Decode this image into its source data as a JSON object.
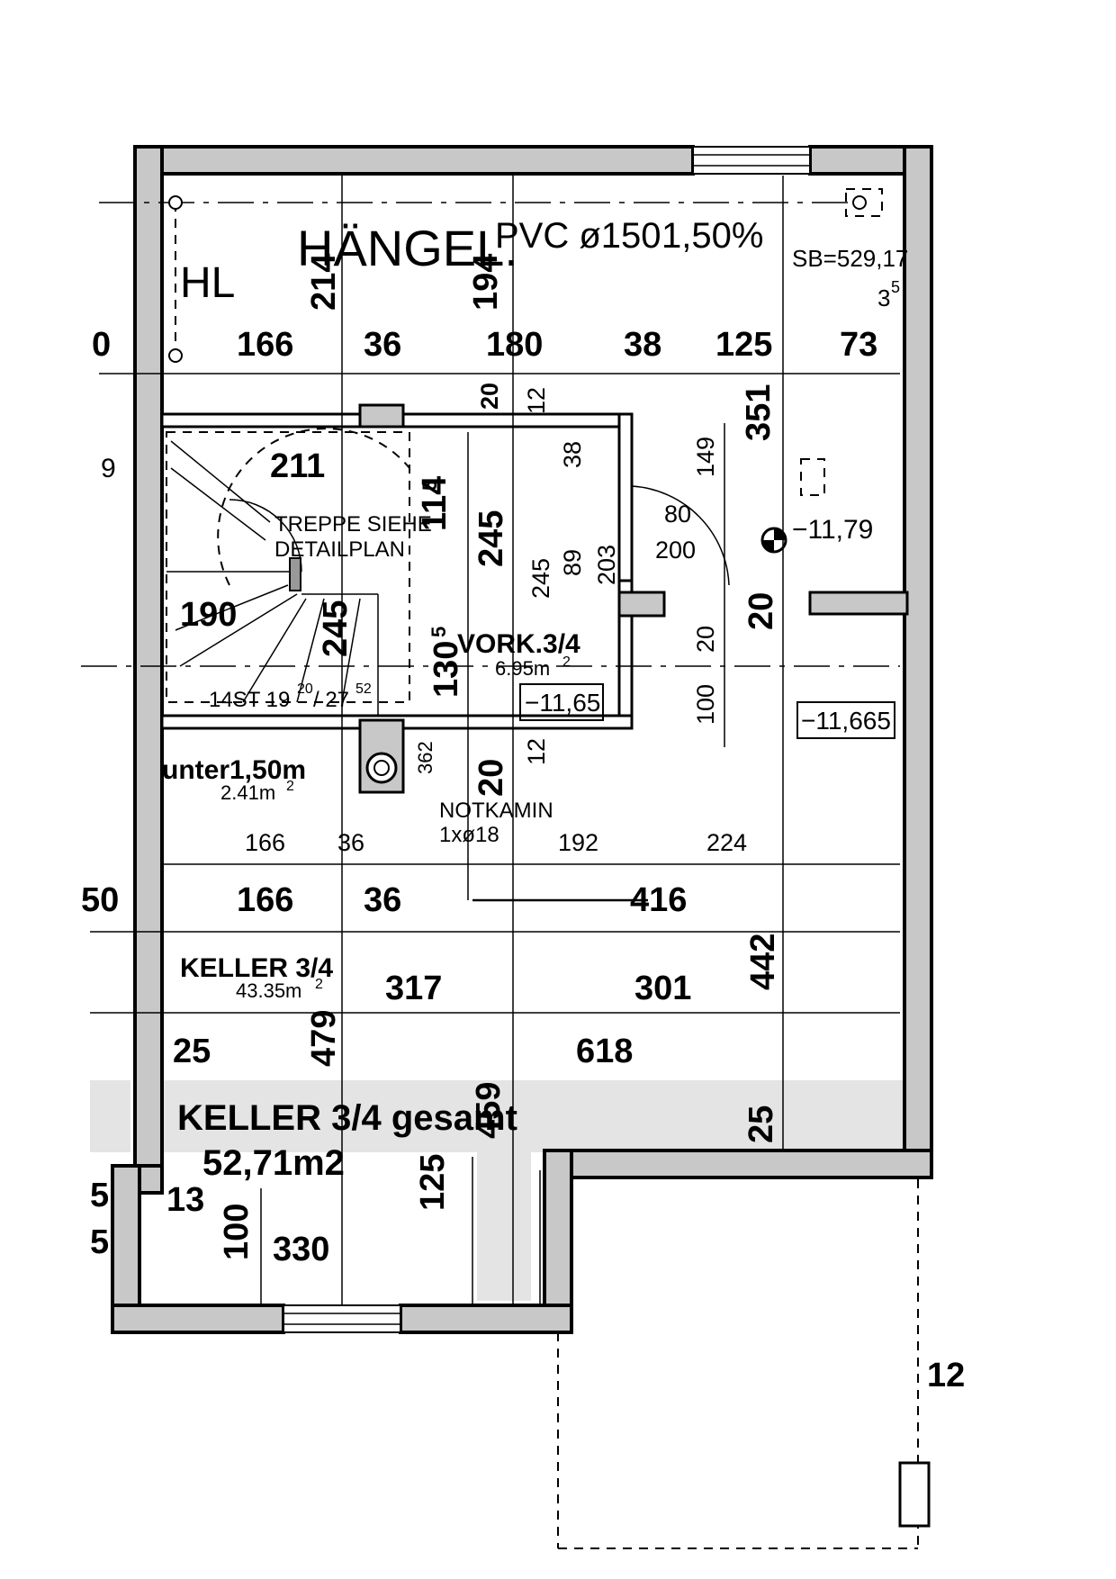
{
  "drainage": {
    "label": "HÄNGEL.",
    "pipe": "PVC ø150",
    "slope": "1,50%",
    "sb": "SB=529,17",
    "hl": "HL",
    "sup": "3",
    "sup_exp": "5"
  },
  "stairs": {
    "note_line1": "TREPPE SIEHE",
    "note_line2": "DETAILPLAN",
    "steps": "14ST 19",
    "steps_sup1": "20",
    "steps_mid": "/ 27",
    "steps_sup2": "52"
  },
  "rooms": {
    "vork": {
      "name": "VORK.3/4",
      "area": "6.95m",
      "area_sup": "2",
      "level": "−11,65"
    },
    "unter": {
      "name": "unter1,50m",
      "area": "2.41m",
      "area_sup": "2"
    },
    "keller": {
      "name": "KELLER 3/4",
      "area": "43.35m",
      "area_sup": "2"
    },
    "keller_total": {
      "name": "KELLER 3/4 gesamt",
      "area": "52,71m2"
    }
  },
  "levels": {
    "point": "−11,79",
    "main": "−11,665"
  },
  "notkamin": {
    "label": "NOTKAMIN",
    "spec": "1xø18"
  },
  "door": {
    "width": "80",
    "height": "200"
  },
  "dims": {
    "top_row": [
      "166",
      "36",
      "180",
      "38",
      "125",
      "73"
    ],
    "mid_small_row": [
      "166",
      "36",
      "192",
      "224"
    ],
    "mid_row": [
      "166",
      "36",
      "416"
    ],
    "keller_row": [
      "317",
      "301"
    ],
    "bottom_row": [
      "25",
      "618"
    ],
    "annex": [
      "13",
      "100",
      "330",
      "125"
    ],
    "vertical": [
      "214",
      "194",
      "20",
      "12",
      "351",
      "149",
      "38",
      "245",
      "245",
      "89",
      "203",
      "20",
      "20",
      "100",
      "20",
      "12",
      "442",
      "479",
      "459",
      "25",
      "114",
      "5",
      "130",
      "5"
    ],
    "stair_dims": [
      "211",
      "190",
      "245"
    ],
    "small": [
      "362"
    ],
    "edge_left": [
      "0",
      "9",
      "50",
      "5",
      "5"
    ],
    "edge_right": [
      "12"
    ]
  }
}
